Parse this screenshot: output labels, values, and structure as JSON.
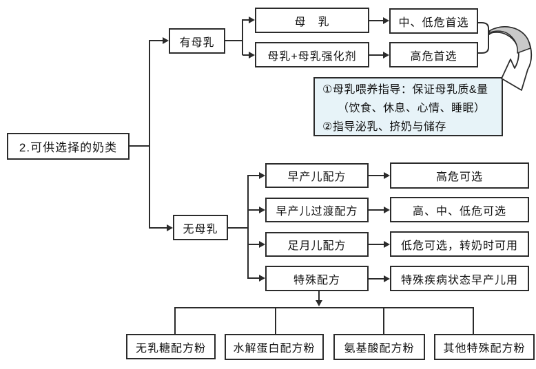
{
  "root": {
    "label": "2.可供选择的奶类"
  },
  "branches": {
    "has_milk": "有母乳",
    "no_milk": "无母乳"
  },
  "breastmilk_rows": [
    {
      "option": "母　乳",
      "result": "中、低危首选"
    },
    {
      "option": "母乳+母乳强化剂",
      "result": "高危首选"
    }
  ],
  "note": {
    "line1": "①母乳喂养指导：保证母乳质&量",
    "line2": "（饮食、休息、心情、睡眠）",
    "line3": "②指导泌乳、挤奶与储存"
  },
  "formula_rows": [
    {
      "option": "早产儿配方",
      "result": "高危可选"
    },
    {
      "option": "早产儿过渡配方",
      "result": "高、中、低危可选"
    },
    {
      "option": "足月儿配方",
      "result": "低危可选，转奶时可用"
    },
    {
      "option": "特殊配方",
      "result": "特殊疾病状态早产儿用"
    }
  ],
  "special_formula_types": [
    "无乳糖配方粉",
    "水解蛋白配方粉",
    "氨基酸配方粉",
    "其他特殊配方粉"
  ],
  "colors": {
    "line": "#2b2b2b",
    "note_background": "#e7f3f8",
    "swoosh_gray": "#c9c9c9"
  }
}
